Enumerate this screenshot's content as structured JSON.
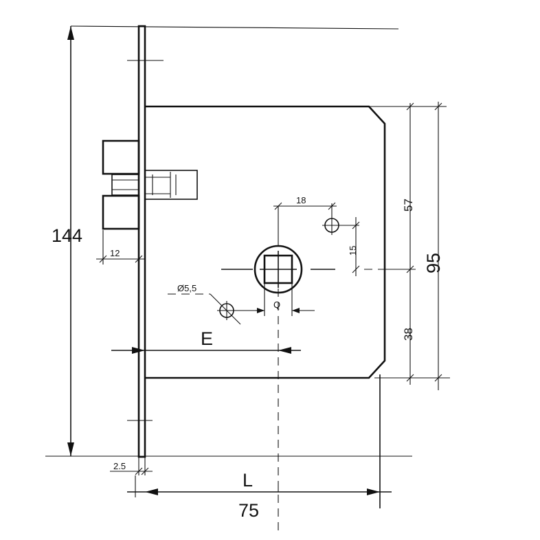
{
  "dimensions": {
    "total_height": "144",
    "backset_short": "12",
    "spindle_to_hole": "18",
    "hole_offset": "15",
    "screw_hole": "Ø5,5",
    "square": "Q",
    "backset": "E",
    "upper": "57",
    "lower": "38",
    "case_height": "95",
    "faceplate": "2.5",
    "length": "L",
    "total_length": "75"
  }
}
